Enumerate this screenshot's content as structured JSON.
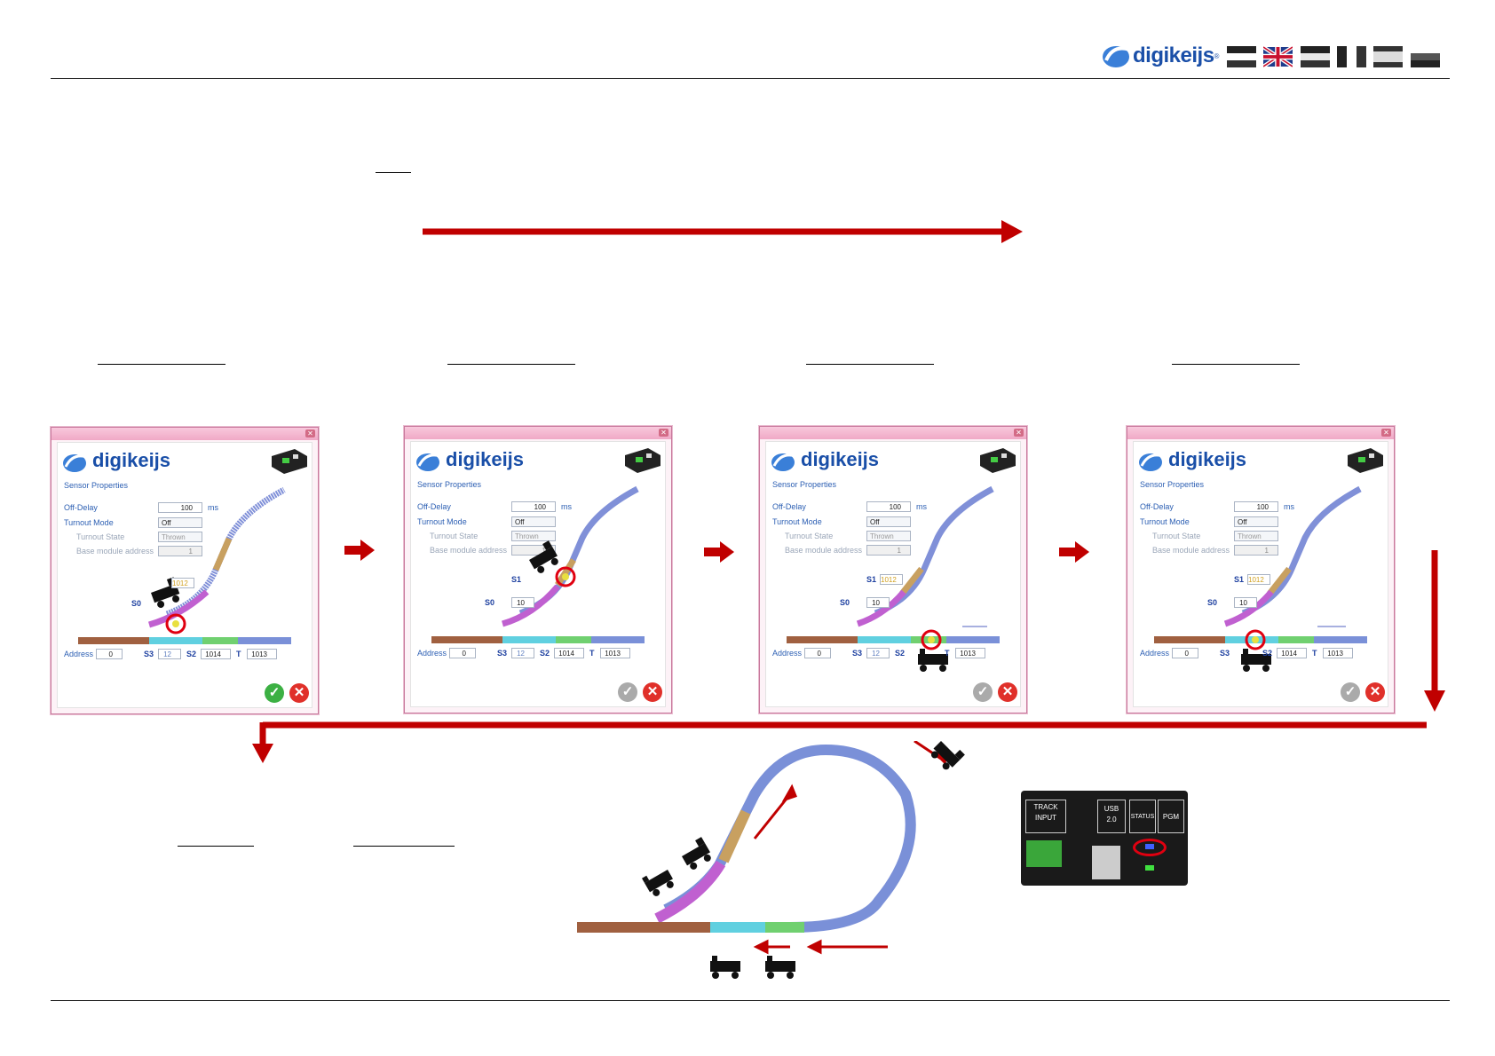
{
  "header": {
    "brand": "digikeijs",
    "brand_mark": "®",
    "flags": [
      "de-flag-icon",
      "uk-flag-icon",
      "nl-flag-icon",
      "fr-flag-icon",
      "es-flag-icon",
      "it-flag-icon"
    ]
  },
  "dialog": {
    "brand": "digikeijs",
    "subtitle": "Sensor Properties",
    "off_delay_label": "Off-Delay",
    "off_delay_value": "100",
    "off_delay_unit": "ms",
    "turnout_mode_label": "Turnout Mode",
    "turnout_mode_value": "Off",
    "turnout_state_label": "Turnout State",
    "turnout_state_value": "Thrown",
    "base_address_label": "Base module address",
    "base_address_value": "1",
    "address_label": "Address",
    "address_value": "0",
    "s0_label": "S0",
    "s0_value": "10",
    "s1_label": "S1",
    "s1_value": "1012",
    "s2_label": "S2",
    "s2_value": "1014",
    "s3_label": "S3",
    "s3_value": "12",
    "t_label": "T",
    "t_value": "1013"
  },
  "module": {
    "track_input": "TRACK\nINPUT",
    "usb": "USB\n2.0",
    "status": "STATUS",
    "pgm": "PGM"
  },
  "colors": {
    "accent_red": "#c00000",
    "brand_blue": "#1a4fa8"
  }
}
